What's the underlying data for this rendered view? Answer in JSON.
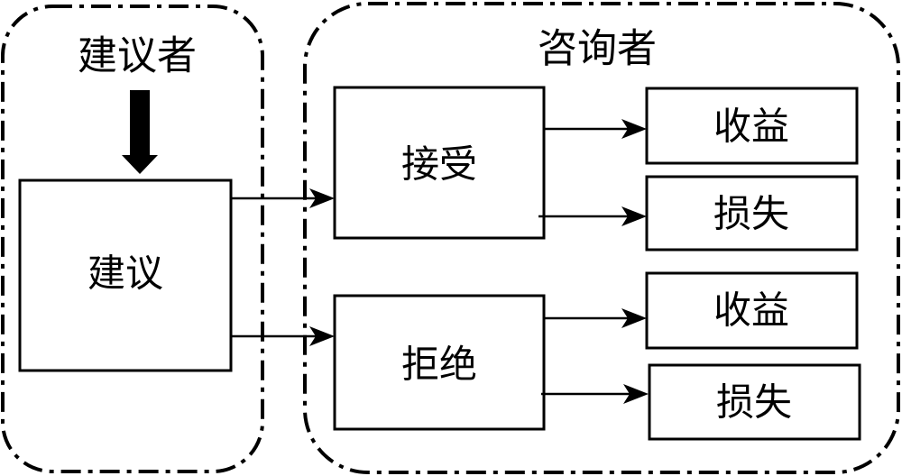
{
  "diagram": {
    "advisor_group": {
      "title": "建议者",
      "proposal": "建议"
    },
    "advisee_group": {
      "title": "咨询者",
      "accept": {
        "label": "接受",
        "outcomes": [
          "收益",
          "损失"
        ]
      },
      "reject": {
        "label": "拒绝",
        "outcomes": [
          "收益",
          "损失"
        ]
      }
    },
    "colors": {
      "stroke": "#000000",
      "background": "#ffffff"
    }
  }
}
